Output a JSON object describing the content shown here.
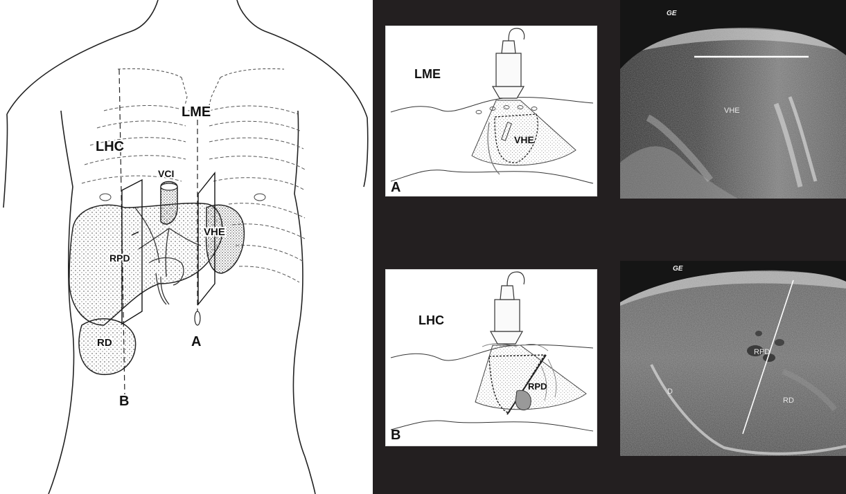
{
  "torso": {
    "labels": {
      "lme": "LME",
      "lhc": "LHC",
      "vci": "VCI",
      "vhe": "VHE",
      "rpd": "RPD",
      "rd": "RD",
      "plane_a": "A",
      "plane_b": "B"
    }
  },
  "probe_a": {
    "view_label": "LME",
    "organ_label": "VHE",
    "panel_letter": "A"
  },
  "probe_b": {
    "view_label": "LHC",
    "organ_label": "RPD",
    "panel_letter": "B"
  },
  "ultrasound_a": {
    "logo": "GE",
    "label_vhe": "VHE"
  },
  "ultrasound_b": {
    "logo": "GE",
    "label_rpd": "RPD",
    "label_d": "D",
    "label_rd": "RD"
  },
  "colors": {
    "background": "#231f20",
    "panel": "#ffffff",
    "ink": "#111111",
    "ultrasound": "#1b1b1b"
  }
}
